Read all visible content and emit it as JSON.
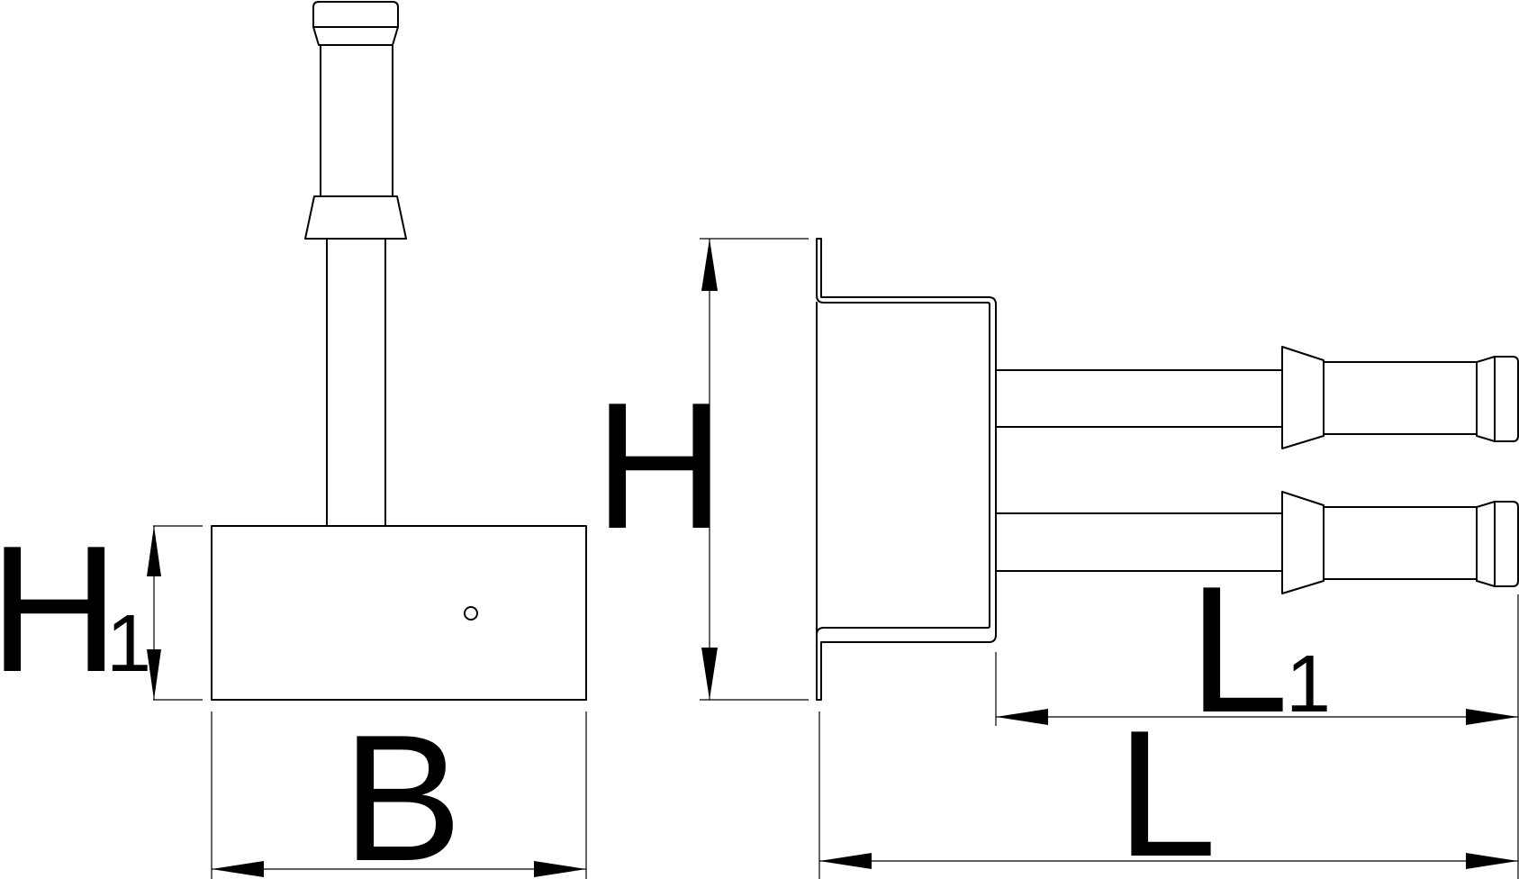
{
  "labels": {
    "height": "H",
    "height_1": "H",
    "height_1_subscript": "1",
    "width": "B",
    "length": "L",
    "length_1": "L",
    "length_1_subscript": "1"
  }
}
